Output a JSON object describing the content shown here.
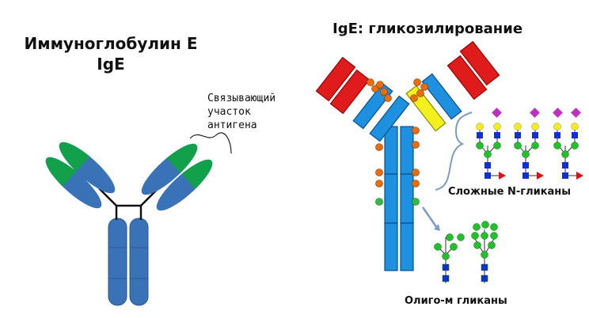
{
  "left_panel": {
    "title_line1": "Иммуноглобулин Е",
    "title_line2": "IgE",
    "binding_site_label": [
      "Связывающий",
      "участок",
      "антигена"
    ]
  },
  "right_panel": {
    "title": "IgE: гликозилирование",
    "complex_label": "Сложные N-гликаны",
    "oligo_label": "Олиго-м гликаны"
  },
  "colors": {
    "antibody_blue": "#3a72b8",
    "variable_green": "#12a04a",
    "igE_blue": "#1e90e0",
    "igE_red": "#e01b1b",
    "igE_yellow": "#f3f01f",
    "glyco_orange": "#e86c10",
    "glyco_green": "#33bb44",
    "mannose_green": "#22c02a",
    "gal_yellow": "#f5ec1a",
    "sialic_magenta": "#c030c0",
    "glcnac_blue": "#1030d0",
    "fucose_red": "#e01010"
  }
}
